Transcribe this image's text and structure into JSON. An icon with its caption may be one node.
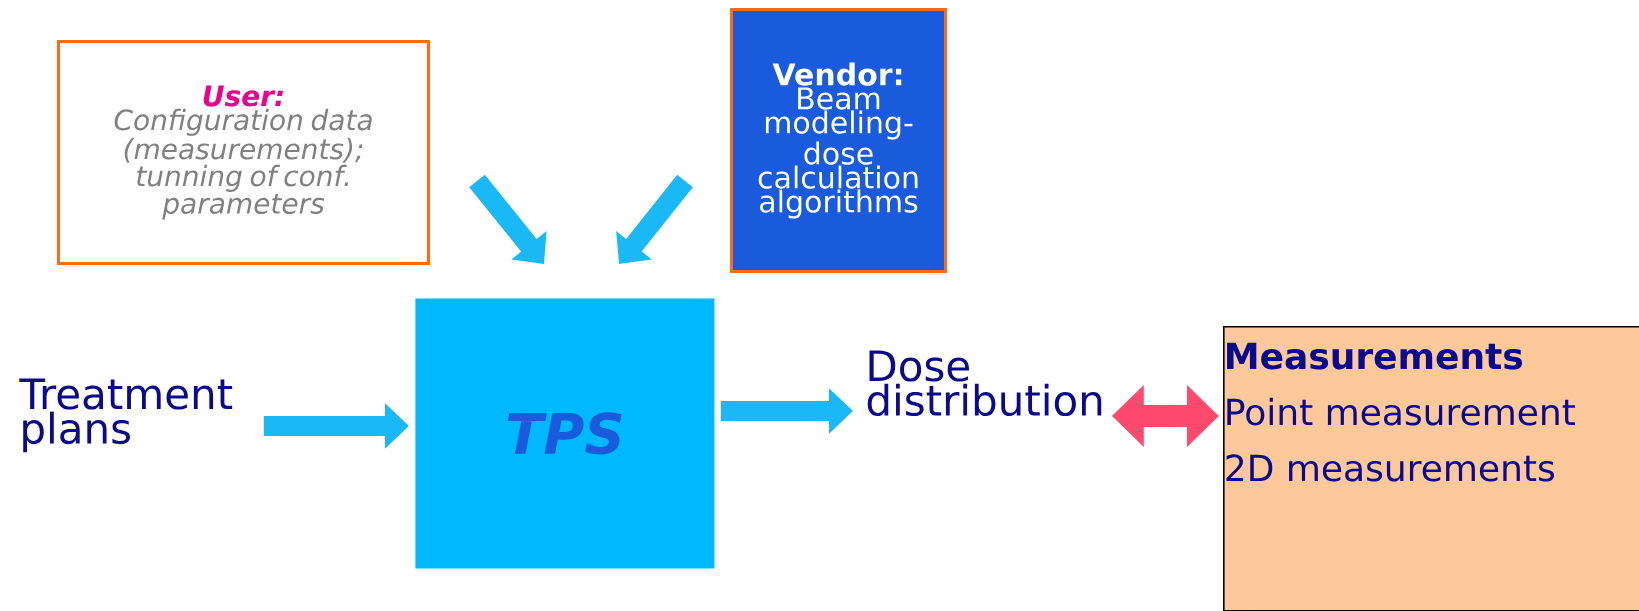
{
  "diagram": {
    "nodes": [
      {
        "text": [
          "User:",
          "Configuration data (measurements); tunning of conf. parameters"
        ]
      },
      {
        "text": [
          "Vendor:",
          "Beam modeling-dose calculation algorithms"
        ]
      },
      {
        "text": [
          "TPS"
        ]
      },
      {
        "text": [
          "Treatment plans"
        ]
      },
      {
        "text": [
          "Dose distribution"
        ]
      },
      {
        "text": [
          "Measurements",
          "Point measurement",
          "2D measurements"
        ]
      }
    ],
    "edges": [
      {
        "from": 0,
        "to": 2,
        "arrow": "to"
      },
      {
        "from": 1,
        "to": 2,
        "arrow": "to"
      },
      {
        "from": 3,
        "to": 2,
        "arrow": "to"
      },
      {
        "from": 2,
        "to": 4,
        "arrow": "to"
      },
      {
        "from": 4,
        "to": 5,
        "arrow": "both",
        "color": "#ff4a6e"
      }
    ]
  }
}
